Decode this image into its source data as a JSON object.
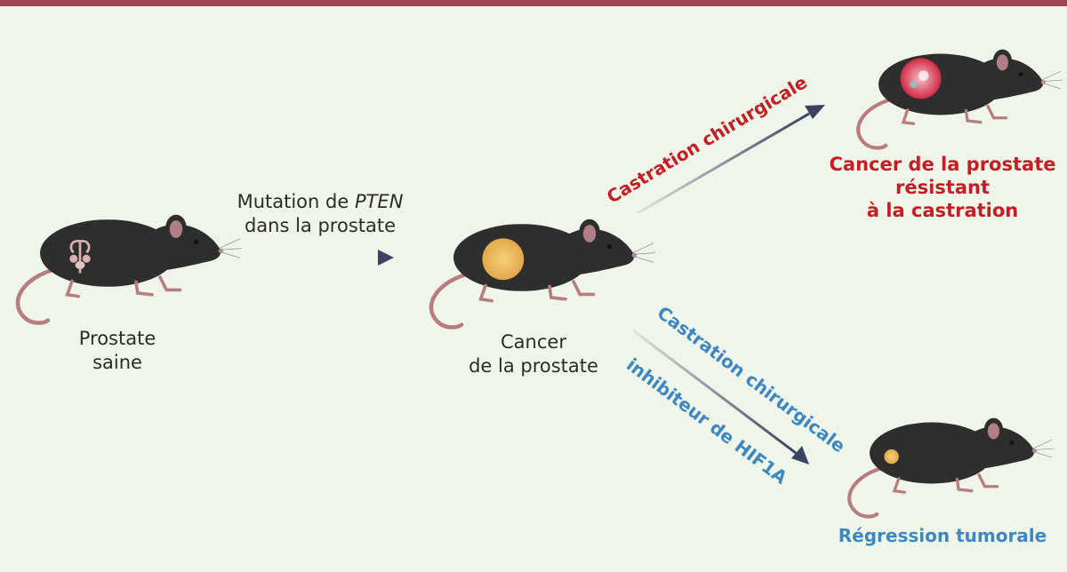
{
  "labels": {
    "healthy_prostate": {
      "line1": "Prostate",
      "line2": "saine"
    },
    "mutation": {
      "line1": "Mutation de ",
      "gene": "PTEN",
      "line2": "dans la prostate"
    },
    "cancer": {
      "line1": "Cancer",
      "line2": "de la prostate"
    },
    "surgical_castration_top": "Castration chirurgicale",
    "resistant": {
      "line1": "Cancer de la prostate",
      "line2": "résistant",
      "line3": "à la castration"
    },
    "surgical_castration_bottom": "Castration chirurgicale",
    "inhibitor": "inhibiteur de HIF1A",
    "regression": "Régression tumorale"
  },
  "colors": {
    "background": "#eff6e9",
    "top_bar": "#9c4656",
    "mouse_body": "#2e2e2e",
    "mouse_ear": "#b07f86",
    "mouse_tail": "#b87c80",
    "arrow": "#3c4261",
    "red_text": "#c41e24",
    "blue_text": "#3d87c3",
    "tumor": "#e8b85a",
    "resistant_tumor": "#d9344a"
  }
}
